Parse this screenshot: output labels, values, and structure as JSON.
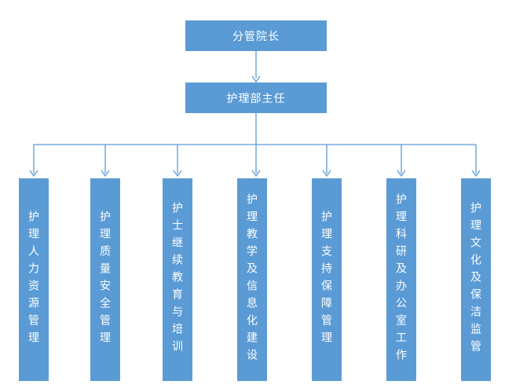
{
  "diagram": {
    "type": "org-chart",
    "root": {
      "label": "分管院长"
    },
    "manager": {
      "label": "护理部主任"
    },
    "departments": [
      {
        "label": "护理人力资源管理"
      },
      {
        "label": "护理质量安全管理"
      },
      {
        "label": "护士继续教育与培训"
      },
      {
        "label": "护理教学及信息化建设"
      },
      {
        "label": "护理支持保障管理"
      },
      {
        "label": "护理科研及办公室工作"
      },
      {
        "label": "护理文化及保洁监管"
      }
    ],
    "colors": {
      "box_fill": "#5b9bd5",
      "line": "#5b9bd5",
      "text": "#ffffff",
      "background": "#ffffff"
    }
  }
}
